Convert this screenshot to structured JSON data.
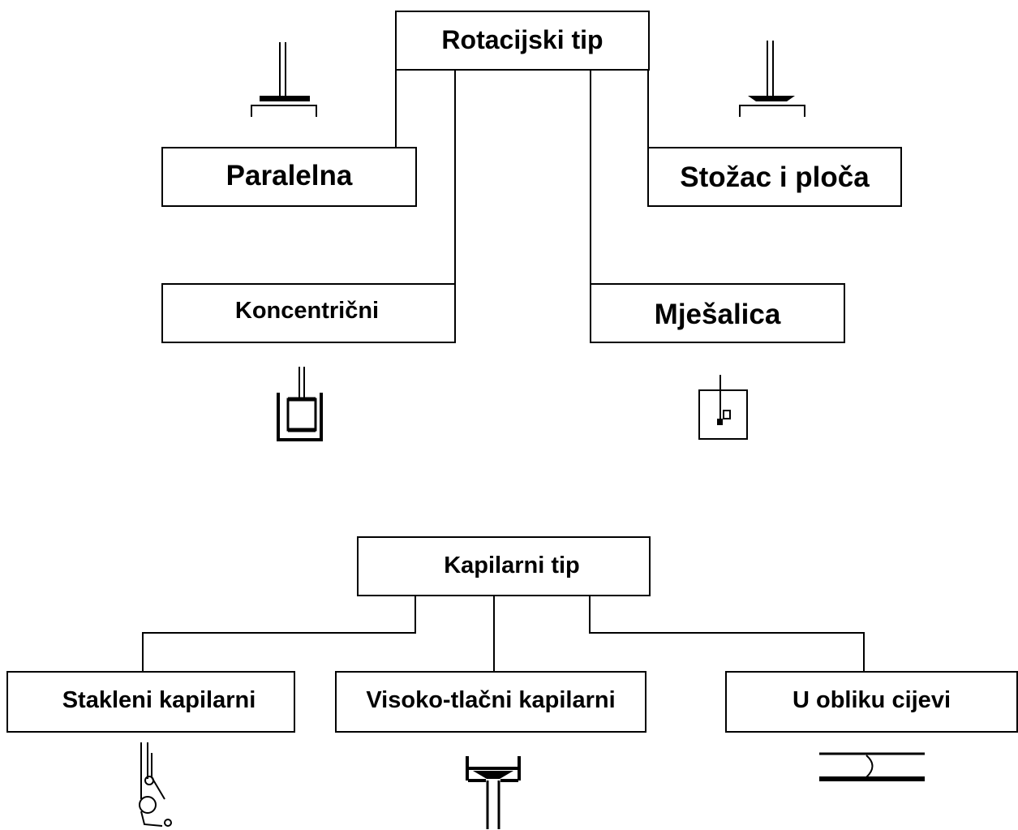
{
  "rotational": {
    "root": "Rotacijski tip",
    "parallel_plate": "Paralelna",
    "cone_plate": "Stožac i ploča",
    "concentric": "Koncentrični",
    "mixer": "Mješalica"
  },
  "capillary": {
    "root": "Kapilarni tip",
    "glass": "Stakleni kapilarni",
    "high_pressure": "Visoko-tlačni kapilarni",
    "tube": "U obliku cijevi"
  },
  "colors": {
    "line": "#000000",
    "background": "#ffffff"
  },
  "icons": [
    "parallel-plate-icon",
    "cone-plate-icon",
    "concentric-cylinder-icon",
    "mixer-icon",
    "glass-capillary-icon",
    "high-pressure-capillary-icon",
    "tube-icon"
  ]
}
